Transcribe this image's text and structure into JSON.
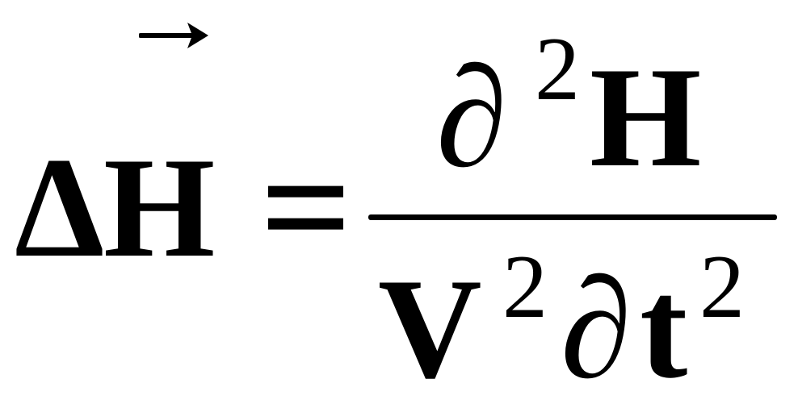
{
  "equation": {
    "lhs": {
      "operator": "Δ",
      "variable": "H",
      "vector_icon": "right-arrow-icon"
    },
    "relation": "=",
    "rhs": {
      "numerator": {
        "operator": "∂",
        "exponent": "2",
        "variable": "H"
      },
      "denominator": {
        "coefficient": "V",
        "coefficient_exponent": "2",
        "operator": "∂",
        "variable": "t",
        "variable_exponent": "2"
      }
    }
  },
  "colors": {
    "ink": "#000000",
    "background": "#ffffff"
  }
}
